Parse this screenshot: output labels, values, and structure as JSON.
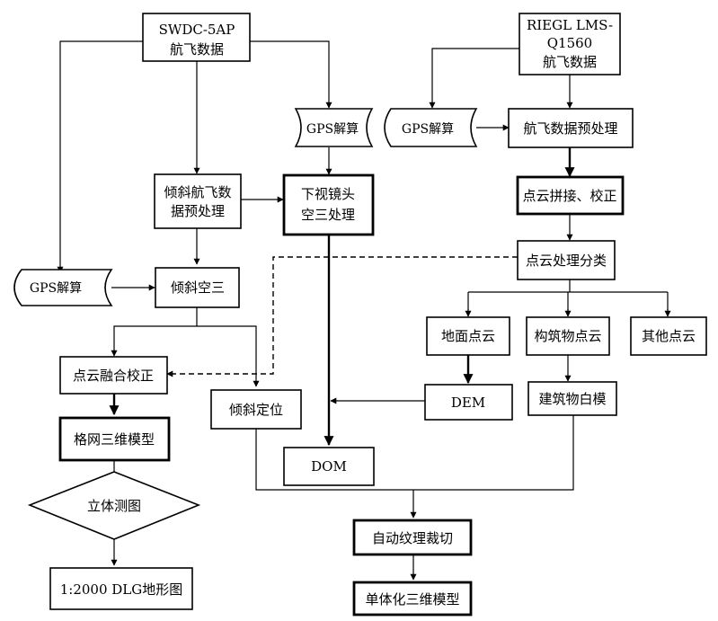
{
  "nodes": {
    "swdc": [
      "SWDC-5AP",
      "航飞数据"
    ],
    "riegl": [
      "RIEGL LMS-",
      "Q1560",
      "航飞数据"
    ],
    "gps_top": [
      "GPS解算"
    ],
    "gps_right": [
      "GPS解算"
    ],
    "gps_left": [
      "GPS解算"
    ],
    "preproc_right": [
      "航飞数据预处理"
    ],
    "oblique_pre": [
      "倾斜航飞数",
      "据预处理"
    ],
    "nadir_at": [
      "下视镜头",
      "空三处理"
    ],
    "stitch": [
      "点云拼接、校正"
    ],
    "classify": [
      "点云处理分类"
    ],
    "oblique_at": [
      "倾斜空三"
    ],
    "ground_pc": [
      "地面点云"
    ],
    "building_pc": [
      "构筑物点云"
    ],
    "other_pc": [
      "其他点云"
    ],
    "fusion": [
      "点云融合校正"
    ],
    "dem": [
      "DEM"
    ],
    "white_model": [
      "建筑物白模"
    ],
    "oblique_pos": [
      "倾斜定位"
    ],
    "grid_model": [
      "格网三维模型"
    ],
    "dom": [
      "DOM"
    ],
    "stereo": [
      "立体测图"
    ],
    "texture": [
      "自动纹理裁切"
    ],
    "dlg": [
      "1:2000 DLG地形图"
    ],
    "single_model": [
      "单体化三维模型"
    ]
  }
}
